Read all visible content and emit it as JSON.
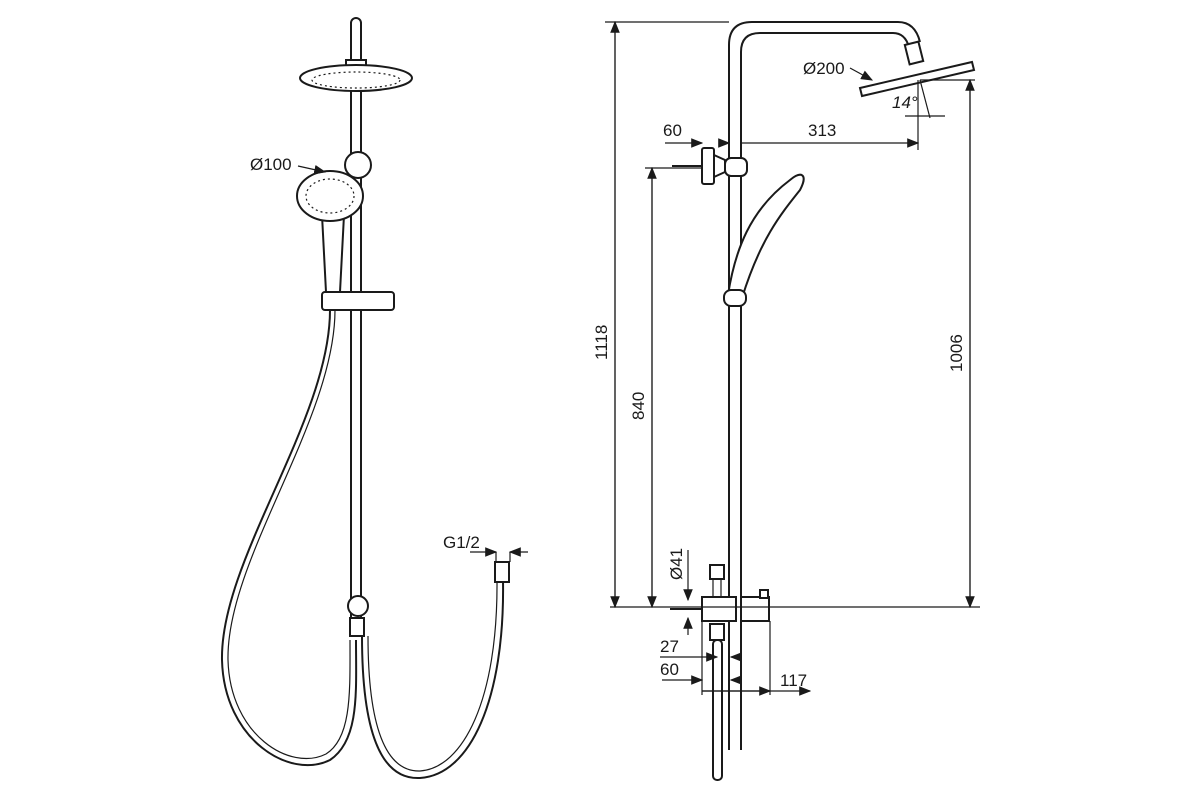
{
  "title": "Shower system dimension drawing",
  "left_view": {
    "handshower_diameter": "Ø100",
    "hose_connection": "G1/2"
  },
  "right_view": {
    "head_diameter": "Ø200",
    "head_tilt": "14°",
    "bracket_depth": "60",
    "arm_reach": "313",
    "total_height": "1118",
    "bracket_height": "840",
    "head_height": "1006",
    "inlet_diameter": "Ø41",
    "inlet_offset": "27",
    "mixer_depth": "60",
    "mixer_width": "117"
  },
  "colors": {
    "line": "#1a1a1a",
    "background": "#ffffff"
  }
}
